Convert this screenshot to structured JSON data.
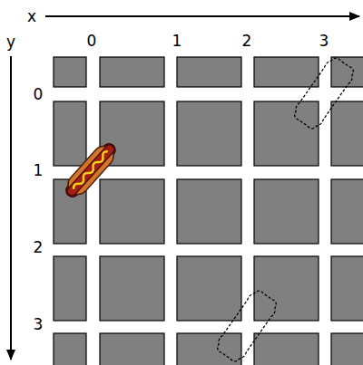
{
  "diagram": {
    "labels": [
      "x",
      "y",
      "0",
      "1",
      "2",
      "3",
      "0",
      "1",
      "2",
      "3"
    ]
  }
}
